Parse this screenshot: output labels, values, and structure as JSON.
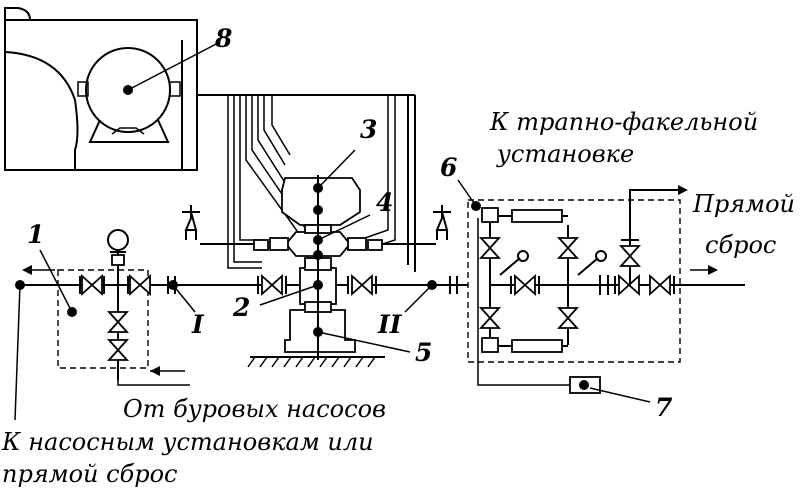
{
  "labels": {
    "n1": "1",
    "n2": "2",
    "n3": "3",
    "n4": "4",
    "n5": "5",
    "n6": "6",
    "n7": "7",
    "n8": "8",
    "roman1": "I",
    "roman2": "II"
  },
  "captions": {
    "flare_line1": "К трапно-факельной",
    "flare_line2": "установке",
    "direct_line1": "Прямой",
    "direct_line2": "сброс",
    "pumps_from": "От буровых насосов",
    "to_pumps_line1": "К насосным установкам или",
    "to_pumps_line2": "прямой сброс"
  }
}
